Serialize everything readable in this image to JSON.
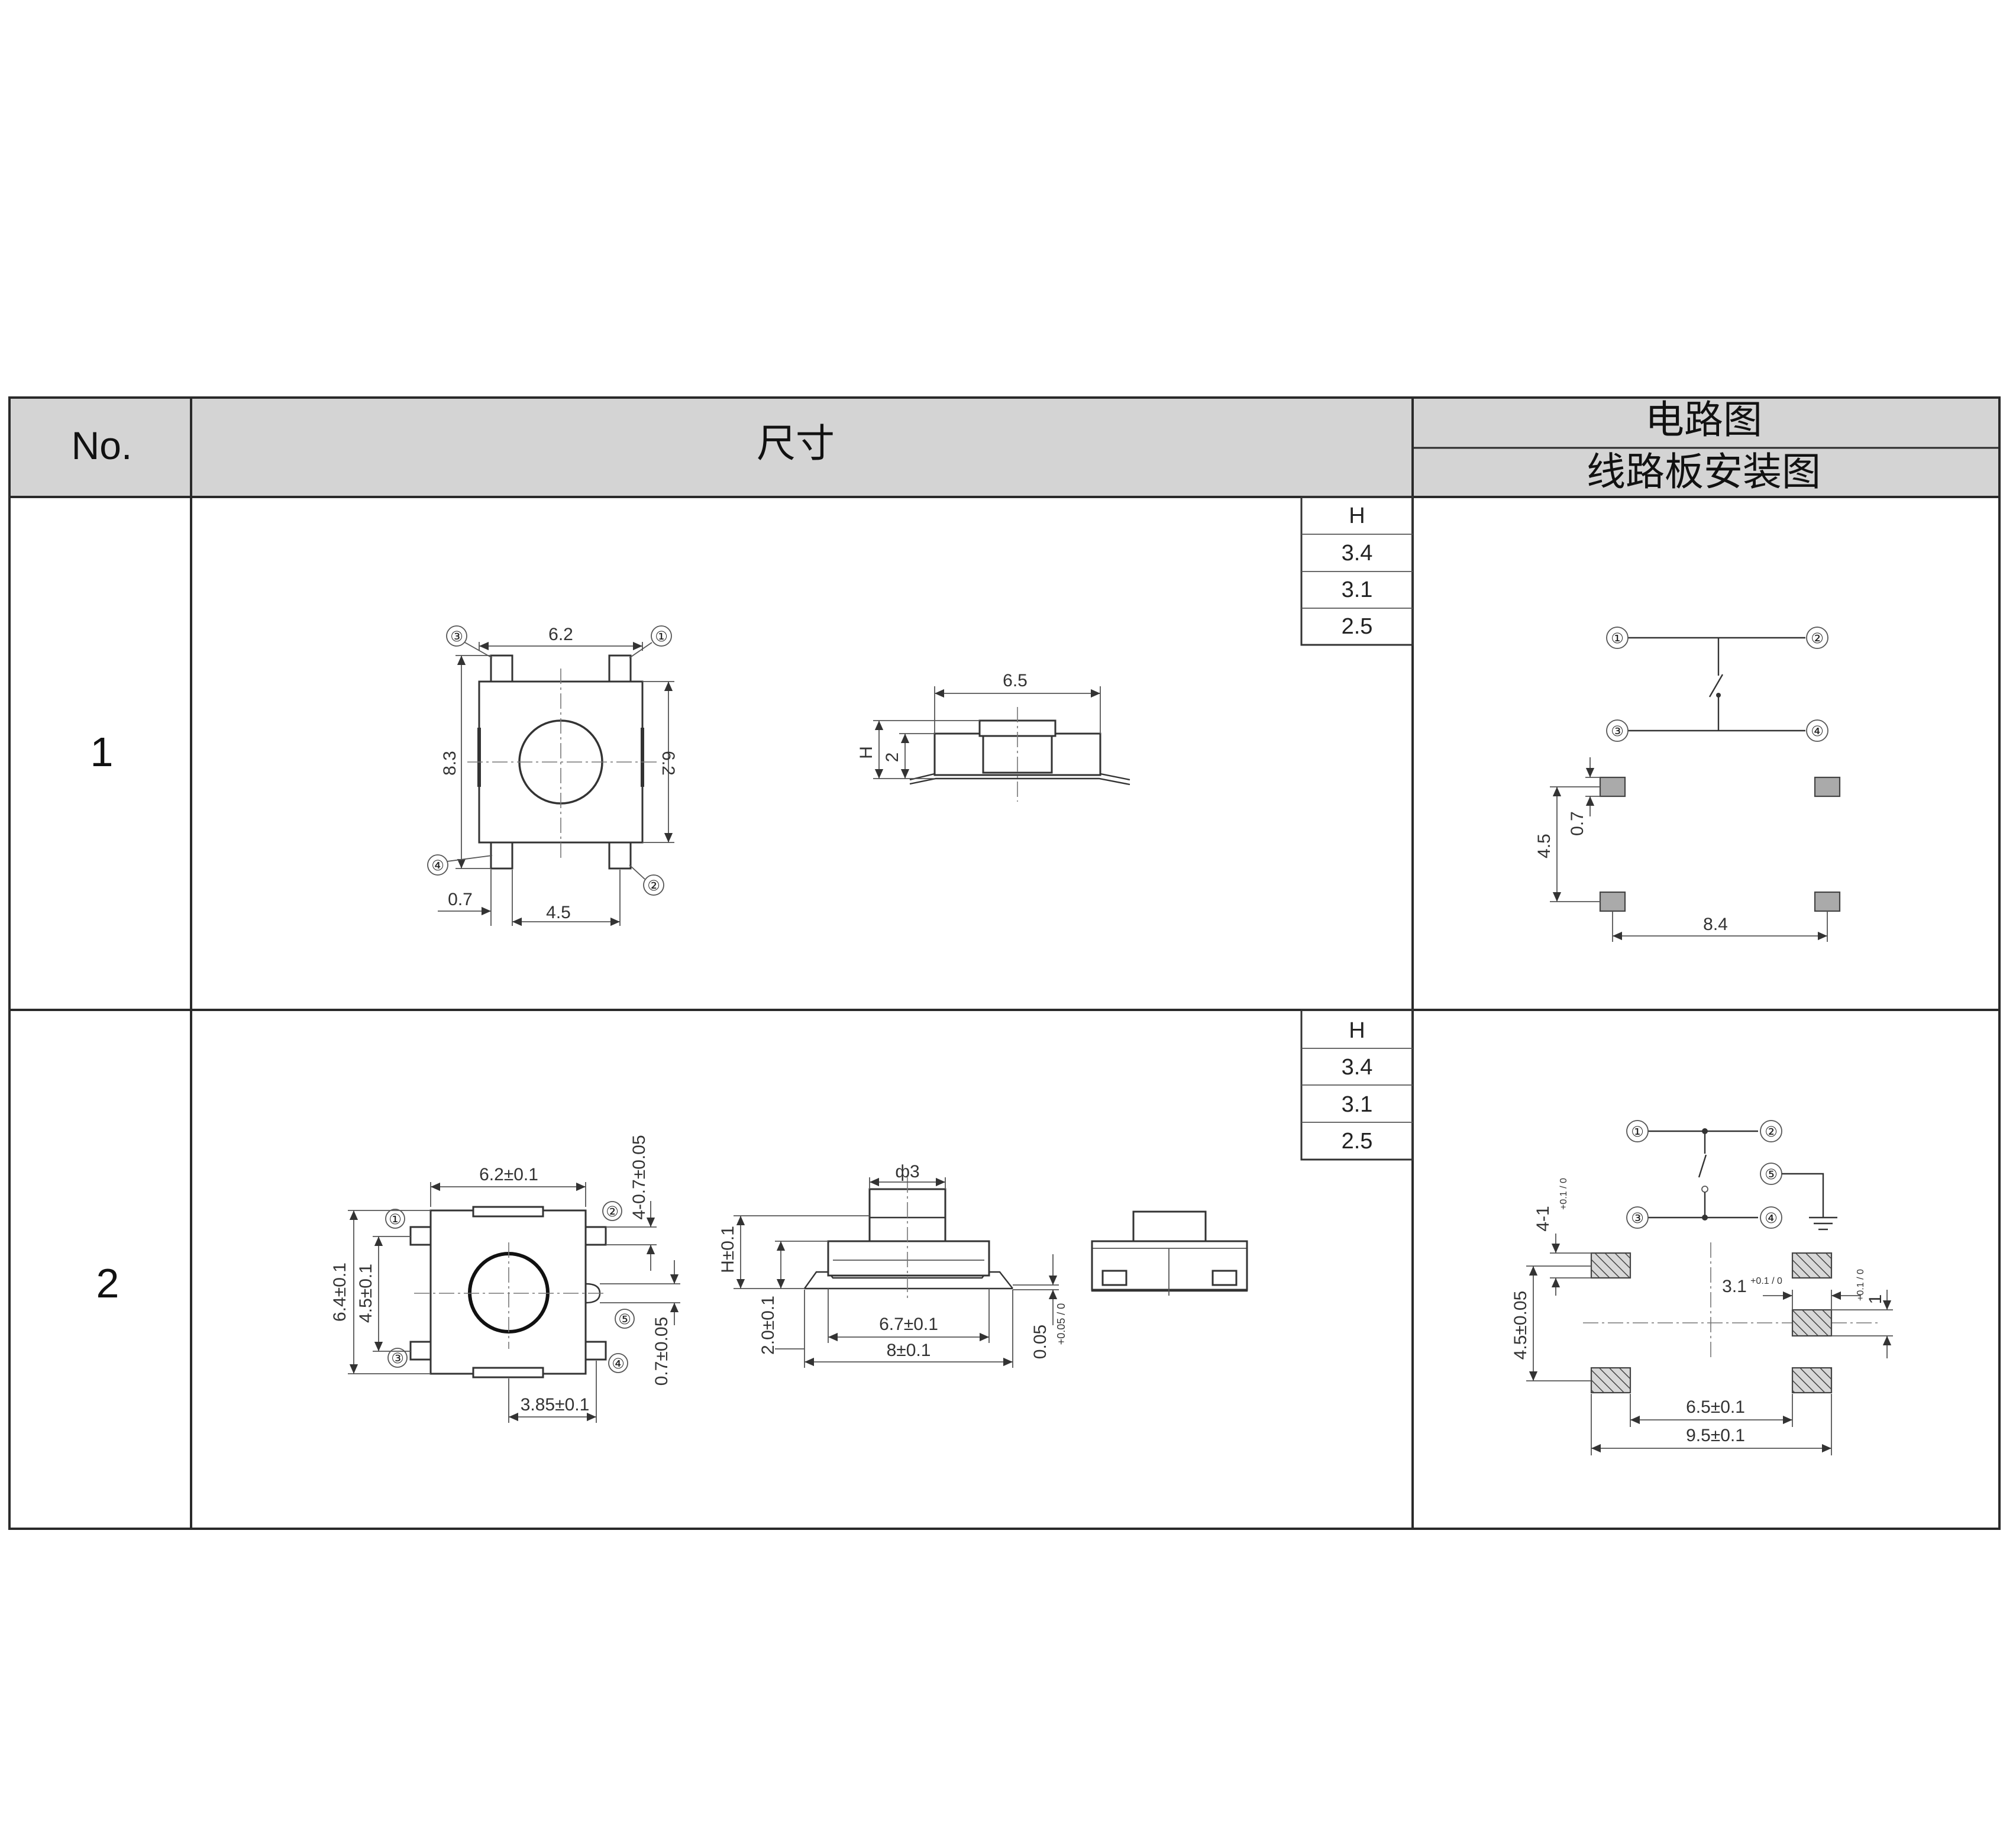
{
  "header": {
    "no": "No.",
    "size": "尺寸",
    "circuit": "电路图",
    "pcb": "线路板安装图"
  },
  "rows": [
    {
      "no": "1",
      "h_table": {
        "header": "H",
        "values": [
          "3.4",
          "3.1",
          "2.5"
        ]
      },
      "top_view": {
        "width": "6.2",
        "body_height": "8.3",
        "body_width": "6.2",
        "pin_width": "0.7",
        "pin_pitch": "4.5",
        "pins": [
          "①",
          "②",
          "③",
          "④"
        ]
      },
      "side_view": {
        "length": "6.5",
        "height": "H",
        "base": "2"
      },
      "circuit": {
        "pins": [
          "①",
          "②",
          "③",
          "④"
        ]
      },
      "pcb": {
        "pad": "0.7",
        "pitch_y": "4.5",
        "pitch_x": "8.4"
      }
    },
    {
      "no": "2",
      "h_table": {
        "header": "H",
        "values": [
          "3.4",
          "3.1",
          "2.5"
        ]
      },
      "top_view": {
        "width": "6.2±0.1",
        "height_outer": "6.4±0.1",
        "height_inner": "4.5±0.1",
        "pin_top": "4-0.7±0.05",
        "pin_bottom": "0.7±0.05",
        "pitch": "3.85±0.1",
        "pins": [
          "①",
          "②",
          "③",
          "④",
          "⑤"
        ]
      },
      "side_view": {
        "diameter": "ф3",
        "height": "H±0.1",
        "base": "2.0±0.1",
        "inner": "6.7±0.1",
        "overall": "8±0.1",
        "thickness": "0.05",
        "thickness_tol": "+0.05 / 0"
      },
      "circuit": {
        "pins": [
          "①",
          "②",
          "③",
          "④",
          "⑤"
        ]
      },
      "pcb": {
        "pad_left": "4-1",
        "pad_left_tol": "+0.1 / 0",
        "pitch_y": "4.5±0.05",
        "gnd_w": "3.1",
        "gnd_w_tol": "+0.1 / 0",
        "gnd_h": "1",
        "gnd_h_tol": "+0.1 / 0",
        "inner_x": "6.5±0.1",
        "outer_x": "9.5±0.1"
      }
    }
  ]
}
